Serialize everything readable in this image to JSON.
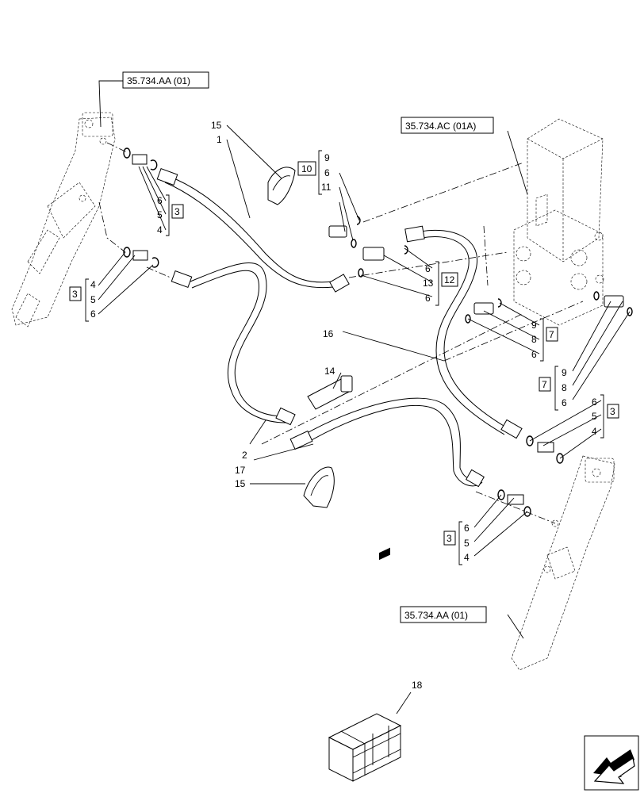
{
  "references": {
    "cyl_top_left": "35.734.AA (01)",
    "valve_block": "35.734.AC (01A)",
    "cyl_bottom_right": "35.734.AA (01)"
  },
  "callouts": {
    "n1": "1",
    "n2": "2",
    "n14": "14",
    "n15a": "15",
    "n15b": "15",
    "n16": "16",
    "n17": "17",
    "n18": "18"
  },
  "kits": {
    "k3_a": {
      "box": "3",
      "items": [
        "6",
        "5",
        "4"
      ]
    },
    "k3_b": {
      "box": "3",
      "items": [
        "4",
        "5",
        "6"
      ]
    },
    "k10": {
      "box": "10",
      "items": [
        "9",
        "6",
        "11"
      ]
    },
    "k12": {
      "box": "12",
      "items": [
        "6",
        "13",
        "6"
      ]
    },
    "k7_a": {
      "box": "7",
      "items": [
        "9",
        "8",
        "6"
      ]
    },
    "k7_b": {
      "box": "7",
      "items": [
        "9",
        "8",
        "6"
      ]
    },
    "k3_c": {
      "box": "3",
      "items": [
        "6",
        "5",
        "4"
      ]
    },
    "k3_d": {
      "box": "3",
      "items": [
        "6",
        "5",
        "4"
      ]
    }
  },
  "icons": {
    "nav": "arrow-nav-icon",
    "kit": "crate-icon"
  }
}
